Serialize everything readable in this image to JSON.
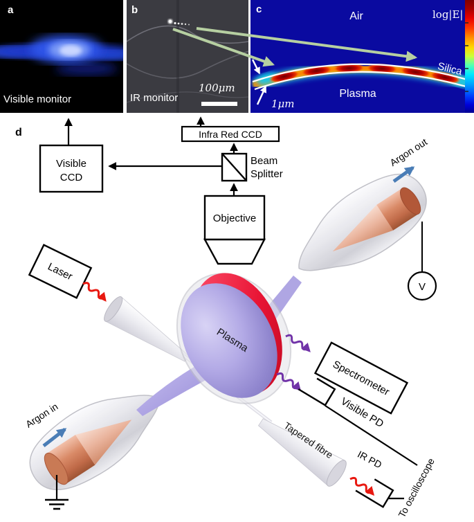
{
  "figure": {
    "panel_a": {
      "label": "a",
      "caption": "Visible monitor"
    },
    "panel_b": {
      "label": "b",
      "caption": "IR monitor",
      "scale_bar": "100μm"
    },
    "panel_c": {
      "label": "c",
      "region_top": "Air",
      "region_bottom": "Plasma",
      "layer": "Silica",
      "thickness": "1μm",
      "colorbar_label": "log|E|"
    },
    "panel_d": {
      "label": "d",
      "visible_ccd": {
        "line1": "Visible",
        "line2": "CCD"
      },
      "infrared_ccd": "Infra Red CCD",
      "beam_splitter": {
        "line1": "Beam",
        "line2": "Splitter"
      },
      "objective": "Objective",
      "laser": "Laser",
      "plasma": "Plasma",
      "argon_out": "Argon out",
      "argon_in": "Argon in",
      "voltmeter": "V",
      "spectrometer": "Spectrometer",
      "visible_pd": "Visible PD",
      "tapered_fibre": "Tapered fibre",
      "ir_pd": "IR PD",
      "to_oscilloscope": "To oscilloscope"
    },
    "colors": {
      "panel_c_background": "#0a0aa0",
      "green_pointer": "#b6cfa1",
      "gas_flow_arrow": "#4a7db6",
      "emission_arrow": "#7133a8",
      "laser_arrow": "#e81810",
      "plasma_sphere": "#b3aae6",
      "plasma_ring": "#e01030",
      "electrode_copper": "#c06a48"
    }
  }
}
